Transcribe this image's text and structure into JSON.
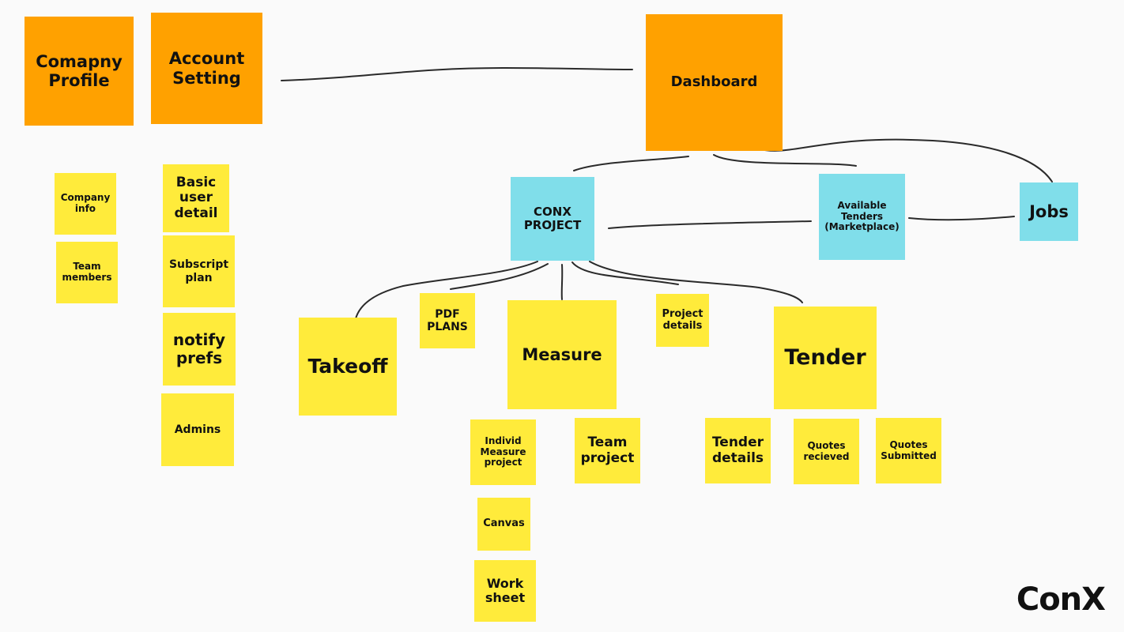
{
  "brand": {
    "logo": "ConX"
  },
  "colors": {
    "primary_note": "#ffa100",
    "child_note": "#ffeb3b",
    "hub_note": "#80deea"
  },
  "nodes": {
    "company_profile": "Comapny\nProfile",
    "account_setting": "Account\nSetting",
    "dashboard": "Dashboard",
    "company_info": "Company\ninfo",
    "team_members": "Team\nmembers",
    "basic_user_detail": "Basic\nuser\ndetail",
    "subscript_plan": "Subscript\nplan",
    "notify_prefs": "notify\nprefs",
    "admins": "Admins",
    "conx_project": "CONX\nPROJECT",
    "available_tenders": "Available\nTenders\n(Marketplace)",
    "jobs": "Jobs",
    "takeoff": "Takeoff",
    "pdf_plans": "PDF\nPLANS",
    "measure": "Measure",
    "project_details": "Project\ndetails",
    "tender": "Tender",
    "individ_measure_project": "Individ\nMeasure\nproject",
    "team_project": "Team\nproject",
    "canvas": "Canvas",
    "work_sheet": "Work\nsheet",
    "tender_details": "Tender\ndetails",
    "quotes_recieved": "Quotes\nrecieved",
    "quotes_submitted": "Quotes\nSubmitted"
  }
}
